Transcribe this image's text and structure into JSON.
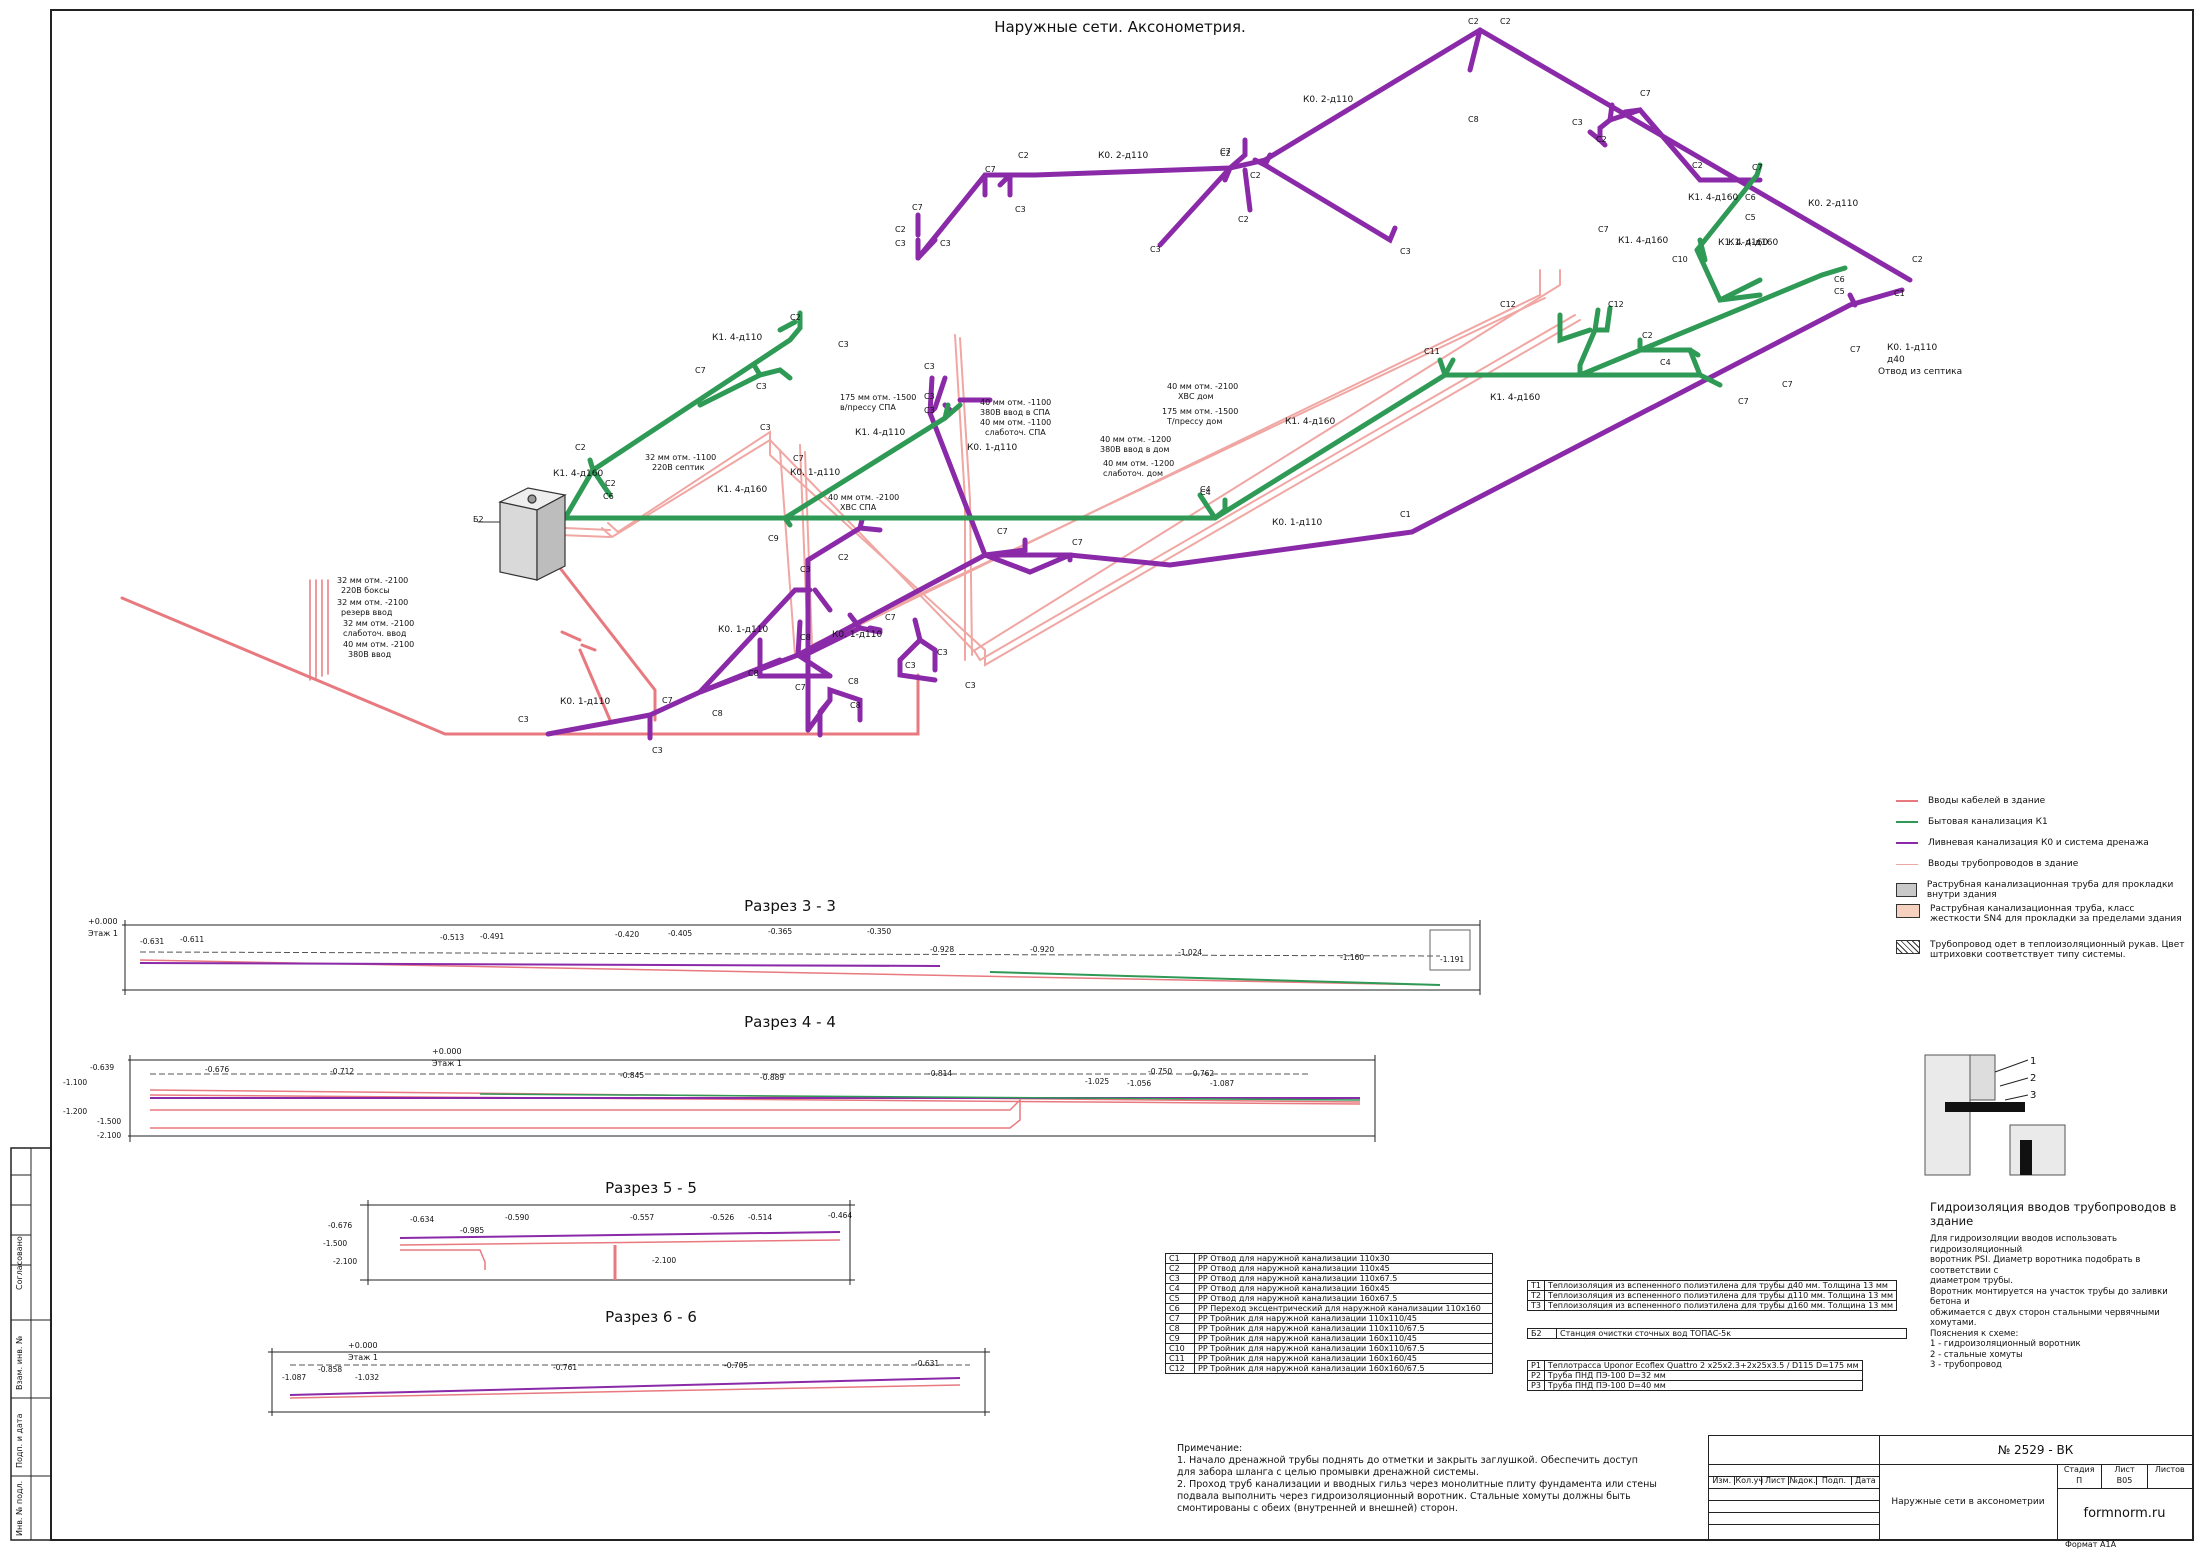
{
  "title": "Наружные сети. Аксонометрия.",
  "colors": {
    "cable": "#e8797f",
    "k1": "#2e9a55",
    "k0": "#8a2aa8",
    "pipe_in": "#f0a7a3",
    "frame": "#222"
  },
  "pipe_labels": {
    "k02_top": "К0. 2-д110",
    "k02_left": "К0. 2-д110",
    "k02_right": "К0. 2-д110",
    "k14_top": "К1. 4-д160",
    "k14_mid": "К1. 4-д160",
    "k14_a": "К1. 4-д110",
    "k14_b": "К1. 4-д110",
    "k14_c": "К1. 4-д160",
    "k14_d": "К1. 4-д160",
    "k14_e": "К1. 4-д160",
    "k14_f": "К1. 4-д160",
    "k14_g": "К1. 4-д160",
    "k14_h": "К1. 4-д160",
    "k01_a": "К0. 1-д110",
    "k01_b": "К0. 1-д110",
    "k01_c": "К0. 1-д110",
    "k01_d": "К0. 1-д110",
    "k01_e": "К0. 1-д110",
    "k01_f": "К0. 1-д110",
    "k01_g": "К0. 1-д110",
    "k01_right": "К0. 1-д110",
    "k01_right_sub": "д40",
    "k01_right_sub2": "Отвод из септика"
  },
  "fittings": [
    "С1",
    "С2",
    "С3",
    "С4",
    "С5",
    "С6",
    "С7",
    "С8",
    "С9",
    "С10",
    "С11",
    "С12"
  ],
  "callouts": {
    "c1": [
      "32 мм отм. -2100",
      "220В боксы"
    ],
    "c2": [
      "32 мм отм. -2100",
      "резерв ввод"
    ],
    "c3": [
      "32 мм отм. -2100",
      "слаботоч. ввод"
    ],
    "c4": [
      "40 мм отм. -2100",
      "380В ввод"
    ],
    "c5": [
      "32 мм отм. -1100",
      "220В септик"
    ],
    "c6": [
      "175 мм отм. -1500",
      "в/прессу СПА"
    ],
    "c7": [
      "40 мм отм. -1100",
      "380В ввод в СПА"
    ],
    "c8": [
      "40 мм отм. -1100",
      "слаботоч. СПА"
    ],
    "c9": [
      "40 мм отм. -2100",
      "ХВС СПА"
    ],
    "c10": [
      "40 мм отм. -2100",
      "ХВС дом"
    ],
    "c11": [
      "175 мм отм. -1500",
      "Т/прессу дом"
    ],
    "c12": [
      "40 мм отм. -1200",
      "380В ввод в дом"
    ],
    "c13": [
      "40 мм отм. -1200",
      "слаботоч. дом"
    ],
    "b2": "Б2"
  },
  "sections": [
    {
      "title": "Разрез 3 - 3",
      "zero": "+0.000",
      "floor": "Этаж 1",
      "marks": [
        "-0.631",
        "-0.611",
        "-0.513",
        "-0.491",
        "-0.420",
        "-0.405",
        "-0.365",
        "-0.350",
        "-0.928",
        "-0.920",
        "-1.024",
        "-1.160",
        "-1.191"
      ]
    },
    {
      "title": "Разрез 4 - 4",
      "zero": "+0.000",
      "floor": "Этаж 1",
      "marks": [
        "-1.100",
        "-0.639",
        "-0.676",
        "-0.712",
        "-0.845",
        "-0.889",
        "-0.814",
        "-0.750",
        "-0.762",
        "-1.025",
        "-1.056",
        "-1.087",
        "-1.200",
        "-1.500",
        "-2.100"
      ]
    },
    {
      "title": "Разрез 5 - 5",
      "zero": "",
      "floor": "",
      "marks": [
        "-0.676",
        "-0.634",
        "-0.985",
        "-0.590",
        "-0.557",
        "-0.526",
        "-0.514",
        "-0.464",
        "-1.500",
        "-2.100",
        "-2.100"
      ]
    },
    {
      "title": "Разрез 6 - 6",
      "zero": "+0.000",
      "floor": "Этаж 1",
      "marks": [
        "-1.087",
        "-0.858",
        "-1.032",
        "-0.761",
        "-0.705",
        "-0.631"
      ]
    }
  ],
  "legend": [
    {
      "label": "Вводы кабелей в здание",
      "kind": "line",
      "color": "#e8797f"
    },
    {
      "label": "Бытовая канализация К1",
      "kind": "line",
      "color": "#2e9a55"
    },
    {
      "label": "Ливневая канализация К0 и система дренажа",
      "kind": "line",
      "color": "#8a2aa8"
    },
    {
      "label": "Вводы трубопроводов в здание",
      "kind": "line",
      "color": "#f0a7a3"
    },
    {
      "label": "Раструбная канализационная труба для прокладки внутри здания",
      "kind": "box",
      "color": "#c9c9c9"
    },
    {
      "label": "Раструбная канализационная труба, класс жесткости SN4 для прокладки за пределами здания",
      "kind": "box",
      "color": "#f6d1c0"
    },
    {
      "label": "Трубопровод одет в теплоизоляционный рукав. Цвет штриховки соответствует типу системы.",
      "kind": "hatch",
      "color": "#fff"
    }
  ],
  "spec_table": [
    [
      "С1",
      "РР Отвод для наружной канализации 110х30"
    ],
    [
      "С2",
      "РР Отвод для наружной канализации 110х45"
    ],
    [
      "С3",
      "РР Отвод для наружной канализации 110х67.5"
    ],
    [
      "С4",
      "РР Отвод для наружной канализации 160х45"
    ],
    [
      "С5",
      "РР Отвод для наружной канализации 160х67.5"
    ],
    [
      "С6",
      "РР Переход эксцентрический для наружной канализации 110х160"
    ],
    [
      "С7",
      "РР Тройник для наружной канализации 110х110/45"
    ],
    [
      "С8",
      "РР Тройник для наружной канализации 110х110/67.5"
    ],
    [
      "С9",
      "РР Тройник для наружной канализации 160х110/45"
    ],
    [
      "С10",
      "РР Тройник для наружной канализации 160х110/67.5"
    ],
    [
      "С11",
      "РР Тройник для наружной канализации 160х160/45"
    ],
    [
      "С12",
      "РР Тройник для наружной канализации 160х160/67.5"
    ]
  ],
  "insul_table": [
    [
      "Т1",
      "Теплоизоляция из вспененного полиэтилена для трубы д40 мм. Толщина 13 мм"
    ],
    [
      "Т2",
      "Теплоизоляция из вспененного полиэтилена для трубы д110 мм. Толщина 13 мм"
    ],
    [
      "Т3",
      "Теплоизоляция из вспененного полиэтилена для трубы д160 мм. Толщина 13 мм"
    ]
  ],
  "station_table": [
    [
      "Б2",
      "Станция очистки сточных вод ТОПАС-5к"
    ]
  ],
  "pipes_table": [
    [
      "Р1",
      "Теплотрасса Uponor Ecoflex Quattro 2 х25х2.3+2х25х3.5 / D115 D=175 мм"
    ],
    [
      "Р2",
      "Труба ПНД ПЭ-100 D=32 мм"
    ],
    [
      "Р3",
      "Труба ПНД ПЭ-100 D=40 мм"
    ]
  ],
  "waterproof": {
    "title": "Гидроизоляция вводов трубопроводов в здание",
    "text": [
      "Для гидроизоляции вводов использовать гидроизоляционный",
      "воротник PSI. Диаметр воротника подобрать в соответствии с",
      "диаметром трубы.",
      "Воротник монтируется на участок трубы до заливки бетона и",
      "обжимается с двух сторон стальными червячными хомутами.",
      "Пояснения к схеме:",
      "1 - гидроизоляционный воротник",
      "2 - стальные хомуты",
      "3 - трубопровод"
    ],
    "callouts": [
      "1",
      "2",
      "3"
    ]
  },
  "notes": {
    "head": "Примечание:",
    "lines": [
      "1. Начало дренажной трубы поднять до отметки и закрыть заглушкой. Обеспечить доступ",
      "для забора шланга с целью промывки дренажной системы.",
      "2. Проход труб канализации и вводных гильз через монолитные плиту фундамента или стены",
      "подвала выполнить через гидроизоляционный воротник. Стальные хомуты должны быть",
      "смонтированы с обеих (внутренней и внешней) сторон."
    ]
  },
  "stamp": {
    "code": "№ 2529 - ВК",
    "name": "Наружные сети в аксонометрии",
    "cols": [
      "Изм.",
      "Кол.уч",
      "Лист",
      "№док.",
      "Подп.",
      "Дата"
    ],
    "stage_h": "Стадия",
    "stage": "П",
    "sheet_h": "Лист",
    "sheet": "В05",
    "sheets_h": "Листов",
    "sheets": "",
    "org": "formnorm.ru",
    "format": "Формат А1А"
  },
  "side_stamp": [
    "Согласовано",
    "Взам. инв. №",
    "Подп. и дата",
    "Инв. № подл."
  ]
}
